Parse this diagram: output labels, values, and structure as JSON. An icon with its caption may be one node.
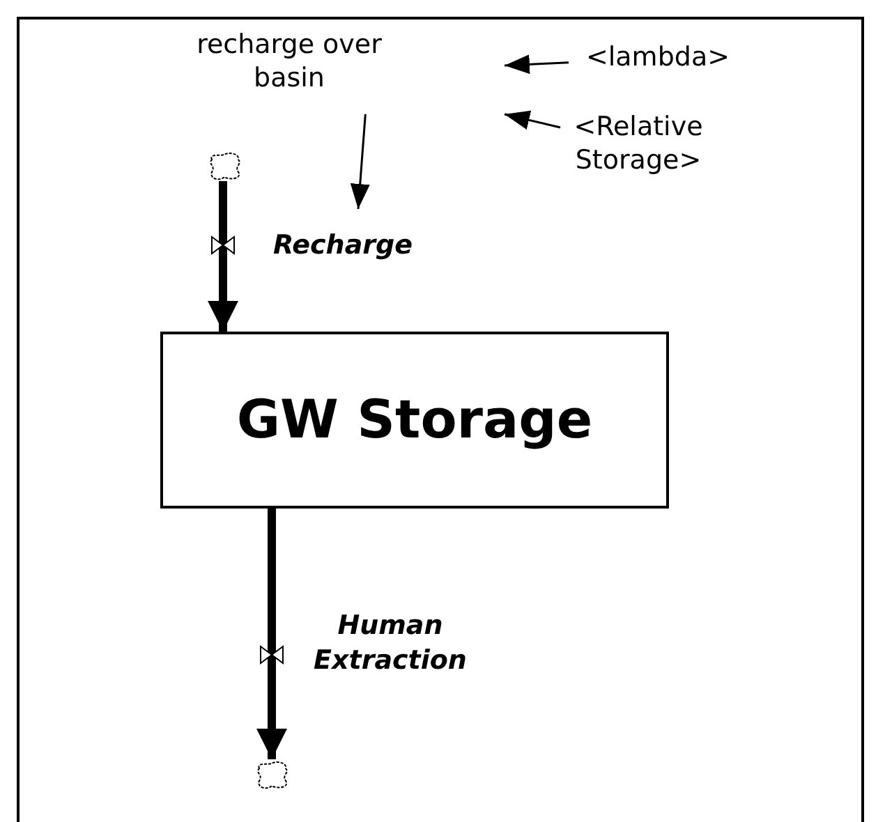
{
  "diagram": {
    "nodes": [
      {
        "text": [
          "GW Storage"
        ]
      },
      {
        "text": [],
        "shape": "cloud"
      },
      {
        "text": [],
        "shape": "cloud"
      },
      {
        "text": [
          "recharge over basin"
        ]
      },
      {
        "text": [
          "<lambda>"
        ]
      },
      {
        "text": [
          "<Relative Storage>"
        ]
      }
    ],
    "edges": [
      {
        "from": 1,
        "to": 0,
        "arrow": "to",
        "style": "thick",
        "label": "Recharge"
      },
      {
        "from": 0,
        "to": 2,
        "arrow": "to",
        "style": "thick",
        "label": "Human Extraction"
      },
      {
        "from": 3,
        "to": null,
        "arrow": "to"
      },
      {
        "from": 4,
        "to": null,
        "arrow": "to"
      },
      {
        "from": 5,
        "to": null,
        "arrow": "to"
      }
    ]
  }
}
